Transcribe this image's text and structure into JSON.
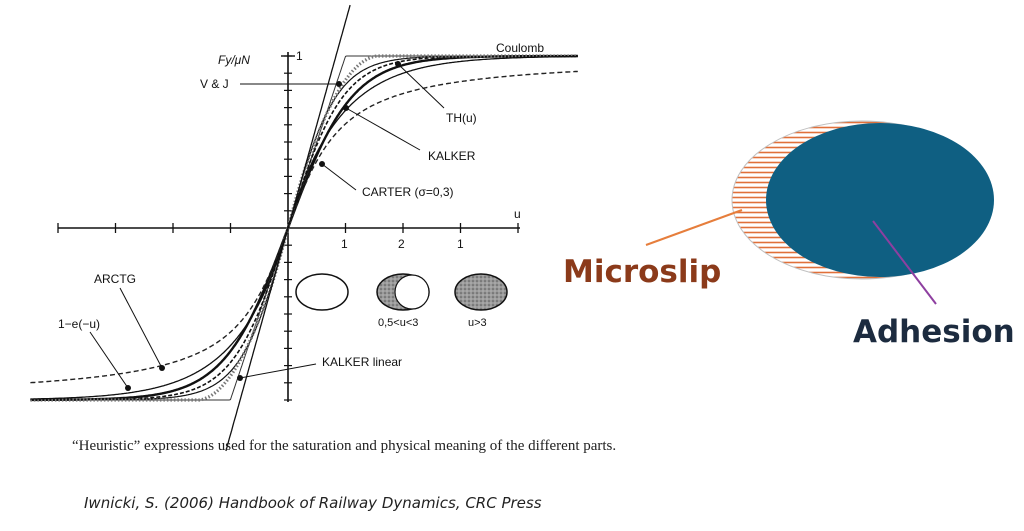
{
  "chart_data": {
    "type": "line",
    "ylabel": "Fy/μN",
    "xlabel": "u",
    "y_tick_label": "1",
    "x_tick_labels": [
      "1",
      "2",
      "1"
    ],
    "xlim": [
      -2.5,
      2.5
    ],
    "ylim": [
      -1,
      1
    ],
    "series": [
      {
        "name": "Coulomb",
        "style": "solid-thin"
      },
      {
        "name": "V & J",
        "style": "solid-thin"
      },
      {
        "name": "TH(u)",
        "style": "dashed"
      },
      {
        "name": "KALKER",
        "style": "solid-thick"
      },
      {
        "name": "CARTER (σ=0,3)",
        "style": "dotted-thick"
      },
      {
        "name": "ARCTG",
        "style": "dashed"
      },
      {
        "name": "1−e(−u)",
        "style": "solid"
      },
      {
        "name": "KALKER linear",
        "style": "solid"
      }
    ],
    "inset_labels": [
      "0,5<u<3",
      "u>3"
    ],
    "grid": false
  },
  "contact_diagram": {
    "microslip_label": "Microslip",
    "adhesion_label": "Adhesion",
    "microslip_color": "#8b3a1a",
    "adhesion_label_color": "#1c2b3f",
    "adhesion_fill": "#0f5f82",
    "hatch_color": "#e0703a",
    "microslip_pointer_color": "#e67e3c",
    "adhesion_pointer_color": "#8e3fa0"
  },
  "caption": "“Heuristic” expressions used for the saturation and physical meaning of the different parts.",
  "citation": "Iwnicki, S. (2006) Handbook of Railway Dynamics, CRC Press"
}
